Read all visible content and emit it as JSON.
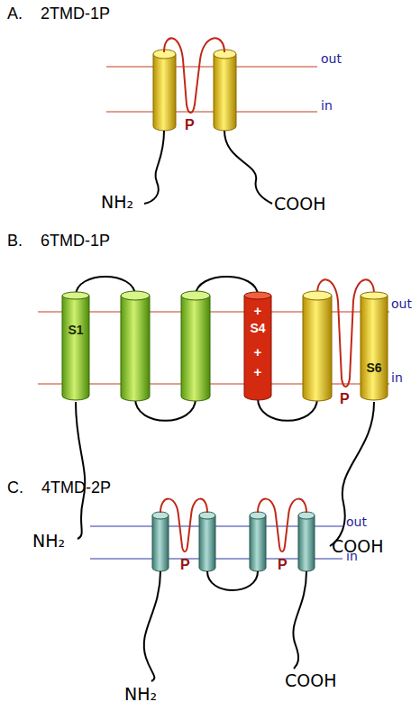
{
  "diagram": {
    "nodes": [
      {
        "text": [
          "S1"
        ]
      },
      {
        "text": [
          "+",
          "S4",
          "+",
          "+"
        ]
      },
      {
        "text": [
          "S6"
        ]
      }
    ],
    "labels": [
      "A.    2TMD-1P",
      "out",
      "in",
      "P",
      "NH₂",
      "COOH",
      "B.    6TMD-1P",
      "out",
      "in",
      "P",
      "NH₂",
      "COOH",
      "C.    4TMD-2P",
      "out",
      "in",
      "P",
      "P",
      "NH₂",
      "COOH"
    ]
  }
}
